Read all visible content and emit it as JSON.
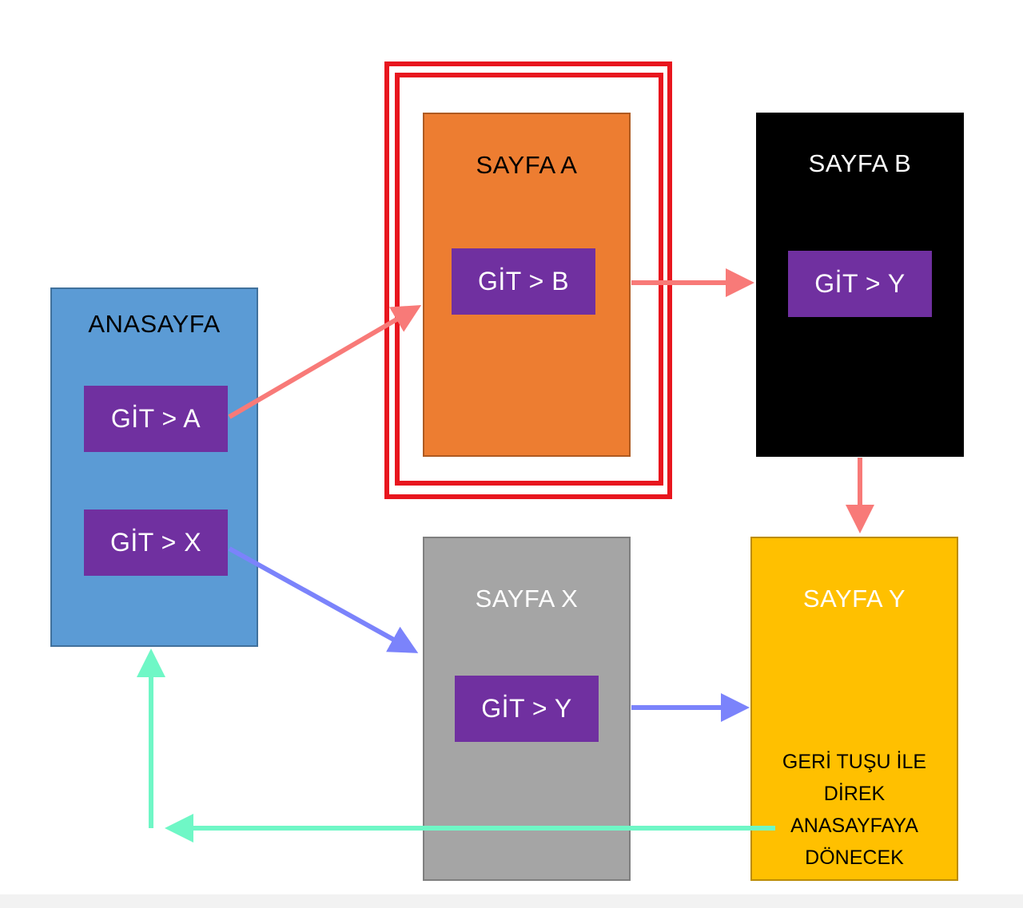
{
  "colors": {
    "home_fill": "#5b9bd5",
    "page_a_fill": "#ed7d31",
    "page_b_fill": "#000000",
    "page_x_fill": "#a5a5a5",
    "page_y_fill": "#ffc000",
    "button_fill": "#7030a0",
    "highlight_frame": "#e8161e",
    "arrow_red": "#f87a78",
    "arrow_blue": "#7b83fb",
    "arrow_green": "#6ff7c6"
  },
  "pages": {
    "home": {
      "title": "ANASAYFA",
      "buttons": [
        "GİT > A",
        "GİT > X"
      ]
    },
    "a": {
      "title": "SAYFA A",
      "button": "GİT > B"
    },
    "b": {
      "title": "SAYFA B",
      "button": "GİT > Y"
    },
    "x": {
      "title": "SAYFA X",
      "button": "GİT > Y"
    },
    "y": {
      "title": "SAYFA Y",
      "note": "GERİ TUŞU İLE\nDİREK\nANASAYFAYA\nDÖNECEK"
    }
  },
  "arrows": [
    {
      "from": "home.GİT > A",
      "to": "a",
      "color": "arrow_red"
    },
    {
      "from": "a.GİT > B",
      "to": "b",
      "color": "arrow_red"
    },
    {
      "from": "b",
      "to": "y",
      "color": "arrow_red"
    },
    {
      "from": "home.GİT > X",
      "to": "x",
      "color": "arrow_blue"
    },
    {
      "from": "x.GİT > Y",
      "to": "y",
      "color": "arrow_blue"
    },
    {
      "from": "y",
      "to": "home",
      "color": "arrow_green"
    }
  ]
}
